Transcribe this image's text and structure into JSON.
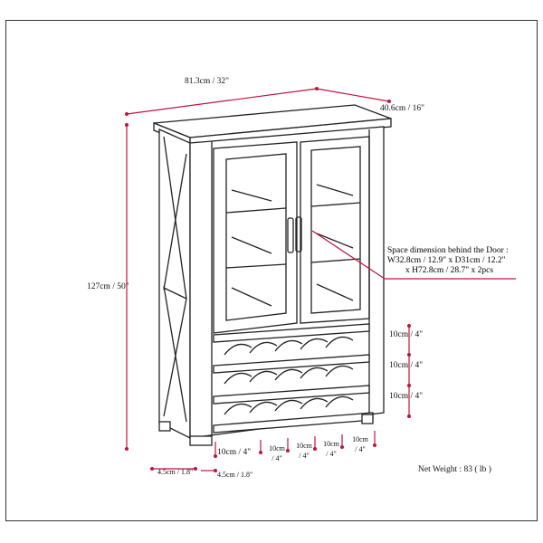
{
  "dimensions": {
    "width": "81.3cm / 32\"",
    "depth": "40.6cm / 16\"",
    "height": "127cm / 50\""
  },
  "space_behind_door": {
    "line1": "Space dimension behind the Door  :",
    "line2": "W32.8cm / 12.9\" x D31cm / 12.2\"",
    "line3": "x H72.8cm / 28.7\" x 2pcs"
  },
  "rack_heights": [
    "10cm / 4\"",
    "10cm / 4\"",
    "10cm / 4\""
  ],
  "bottom_gaps": {
    "first": "10cm / 4\"",
    "second": [
      "10cm",
      "/ 4\""
    ],
    "third": [
      "10cm",
      "/ 4\""
    ],
    "fourth": [
      "10cm",
      "/ 4\""
    ],
    "fifth": [
      "10cm",
      "/ 4\""
    ]
  },
  "feet": {
    "front": "4.5cm / 1.8\"",
    "side": "4.5cm / 1.8\""
  },
  "net_weight": "Net Weight : 83 ( lb )",
  "colors": {
    "line": "#222222",
    "dimension": "#c0143c"
  }
}
